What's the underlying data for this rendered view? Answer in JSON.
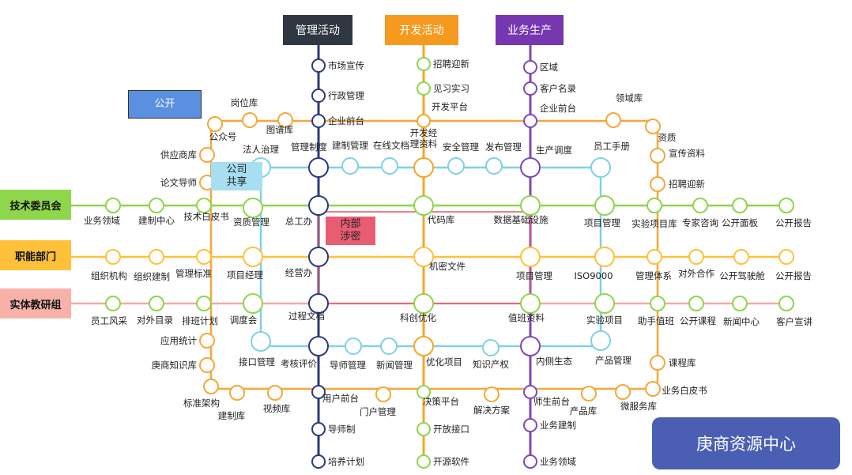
{
  "headers": {
    "management": "管理活动",
    "development": "开发活动",
    "business": "业务生产"
  },
  "zones": {
    "public": "公开",
    "company_shared": "公司\n共享",
    "internal_secret": "内部\n涉密"
  },
  "left_lines": {
    "tech_committee": "技术委员会",
    "functional_dept": "职能部门",
    "lab_group": "实体教研组"
  },
  "resource_center": "庚商资源中心",
  "colors": {
    "management": "#2b3a7a",
    "development": "#f5a623",
    "business": "#7e48b5",
    "tech_committee": "#8ed64c",
    "functional_dept": "#ffc13a",
    "lab_group": "#f5a9a0",
    "company_shared": "#7fd0e8",
    "public_ring": "#f4a83c",
    "internal_secret": "#e05a6a"
  },
  "stations": {
    "mg": [
      "市场宣传",
      "行政管理",
      "企业前台",
      "管理制度",
      "总工办",
      "经营办",
      "过程文档",
      "考核评价",
      "用户前台",
      "导师制",
      "培养计划"
    ],
    "dv": [
      "招聘迎新",
      "见习实习",
      "开发平台",
      "开发经\n理资料",
      "代码库",
      "机密文件",
      "科创优化",
      "优化项目",
      "决策平台",
      "开放接口",
      "开源软件"
    ],
    "bz": [
      "区域",
      "客户名录",
      "企业前台",
      "生产调度",
      "数据基础设施",
      "项目管理",
      "值班资料",
      "内侧生态",
      "师生前台",
      "业务建制",
      "业务领域"
    ],
    "ring": [
      "岗位库",
      "公众号",
      "图谱库",
      "供应商库",
      "论文导师",
      "技术白皮书",
      "管理标准",
      "排班计划",
      "应用统计",
      "庚商知识库",
      "标准架构",
      "建制库",
      "视频库",
      "门户管理",
      "解决方案",
      "产品库",
      "微服务库",
      "业务白皮书",
      "课程库",
      "助手值班",
      "管理体系",
      "实验项目库",
      "招聘迎新",
      "宣传资料",
      "资质",
      "领域库"
    ],
    "sh": [
      "法人治理",
      "建制管理",
      "在线文档",
      "安全管理",
      "发布管理",
      "员工手册",
      "项目管理",
      "ISO9000",
      "实验项目",
      "产品管理",
      "知识产权",
      "新闻管理",
      "导师管理",
      "接口管理",
      "调度会",
      "项目经理",
      "资质管理"
    ],
    "tc": [
      "业务领域",
      "建制中心",
      "专家咨询",
      "公开面板",
      "公开报告"
    ],
    "fn": [
      "组织机构",
      "组织建制",
      "对外合作",
      "公开驾驶舱",
      "公开报告"
    ],
    "lb": [
      "员工风采",
      "对外目录",
      "公开课程",
      "新闻中心",
      "客户宣讲"
    ]
  }
}
